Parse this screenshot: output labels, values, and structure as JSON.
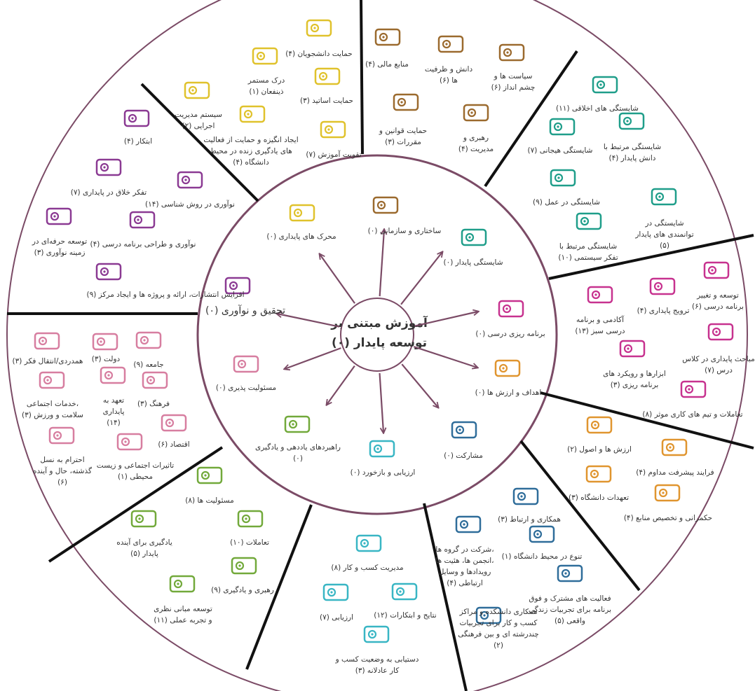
{
  "center": {
    "line1": "آموزش مبتنی بر",
    "line2": "توسعه پایدار (۰)"
  },
  "colors": {
    "wheel": "#7b4b66",
    "divider": "#111111",
    "structural": "#9b6a2e",
    "competency": "#1f9e8a",
    "curriculum": "#c7328f",
    "goals": "#e0952f",
    "participation": "#2f6d9a",
    "evaluation": "#39b6c4",
    "learning": "#72a93b",
    "responsibility": "#d77ea0",
    "research": "#8b3a93",
    "drivers": "#e0c22c"
  },
  "hub": {
    "structural": "ساختاری و سازمانی (۰)",
    "competency": "شایستگی پایدار (۰)",
    "curriculum": "برنامه ریزی درسی (۰)",
    "goals": "اهداف و ارزش ها (۰)",
    "participation": "مشارکت (۰)",
    "evaluation": "ارزیابی و بازخورد (۰)",
    "learning1": "راهبردهای یاددهی و یادگیری",
    "learning2": "(۰)",
    "responsibility": "مسئولیت پذیری (۰)",
    "research": "تحقیق و نوآوری (۰)",
    "drivers": "محرک های پایداری (۰)"
  },
  "outer": {
    "structural": [
      [
        "منابع مالی (۴)"
      ],
      [
        "دانش و ظرفیت",
        "ها (۶)"
      ],
      [
        "سیاست ها و",
        "چشم انداز (۶)"
      ],
      [
        "حمایت قوانین و",
        "مقررات (۳)"
      ],
      [
        "رهبری و",
        "مدیریت (۴)"
      ]
    ],
    "competency": [
      [
        "شایستگی های اخلاقی (۱۱)"
      ],
      [
        "شایستگی مرتبط با",
        "دانش پایدار (۴)"
      ],
      [
        "شایستگی هیجانی (۷)"
      ],
      [
        "شایستگی در عمل (۹)"
      ],
      [
        "شایستگی در",
        "توانمندی های پایدار",
        "(۵)"
      ],
      [
        "شایستگی مرتبط با",
        "تفکر سیستمی (۱۰)"
      ]
    ],
    "curriculum": [
      [
        "توسعه و تغییر",
        "برنامه درسی (۶)"
      ],
      [
        "ترویج پایداری (۴)"
      ],
      [
        "آکادمی و برنامه",
        "درسی سبز (۱۳)"
      ],
      [
        "مباحث پایداری در کلاس",
        "درس (۷)"
      ],
      [
        "ابزارها و رویکرد های",
        "برنامه ریزی (۳)"
      ],
      [
        "تعاملات و تیم های کاری موثر (۸)"
      ]
    ],
    "goals": [
      [
        "ارزش ها و اصول (۲)"
      ],
      [
        "فرایند پیشرفت مداوم (۴)"
      ],
      [
        "تعهدات دانشگاه (۳)"
      ],
      [
        "حکمرانی و تخصیص منابع (۴)"
      ]
    ],
    "participation": [
      [
        "همکاری و ارتباط (۳)"
      ],
      [
        "شرکت در گروه ها،",
        "انجمن ها، هئیت ها،",
        "رویدادها و وسایل",
        "ارتباطی (۴)"
      ],
      [
        "تنوع در محیط دانشگاه (۱)"
      ],
      [
        "فعالیت های مشترک و فوق",
        "برنامه برای تجربیات زندگی",
        "واقعی (۵)"
      ],
      [
        "همکاری دانشکده و مراکز",
        "کسب و کار برای تجربیات",
        "چندرشته ای و بین فرهنگی",
        "(۲)"
      ]
    ],
    "evaluation": [
      [
        "مدیریت کسب و کار (۸)"
      ],
      [
        "نتایج و ابتکارات (۱۲)"
      ],
      [
        "ارزیابی (۷)"
      ],
      [
        "دستیابی به وضعیت کسب و",
        "کار عادلانه (۳)"
      ]
    ],
    "learning": [
      [
        "مسئولیت ها (۸)"
      ],
      [
        "تعاملات (۱۰)"
      ],
      [
        "یادگیری برای آینده",
        "پایدار (۵)"
      ],
      [
        "رهبری و یادگیری (۹)"
      ],
      [
        "توسعه مبانی نظری",
        "و تجربه عملی (۱۱)"
      ]
    ],
    "responsibility": [
      [
        "جامعه (۹)"
      ],
      [
        "دولت (۳)"
      ],
      [
        "همدردی/انتقال فکر (۳)"
      ],
      [
        "فرهنگ (۳)"
      ],
      [
        "تعهد به",
        "پایداری",
        "(۱۴)"
      ],
      [
        "خدمات اجتماعی،",
        "سلامت و ورزش (۳)"
      ],
      [
        "اقتصاد (۶)"
      ],
      [
        "تاثیرات اجتماعی و زیست",
        "محیطی (۱)"
      ],
      [
        "احترام به نسل",
        "گذشته، حال و آینده",
        "(۶)"
      ]
    ],
    "research": [
      [
        "ابتکار (۴)"
      ],
      [
        "تفکر خلاق در پایداری (۷)"
      ],
      [
        "نوآوری در روش شناسی (۱۴)"
      ],
      [
        "نوآوری و طراحی برنامه درسی (۴)"
      ],
      [
        "توسعه حرفه‌ای در",
        "زمینه نوآوری (۳)"
      ],
      [
        "افزایش انتشارات، ارائه و پروژه ها و ایجاد مرکز (۹)"
      ]
    ],
    "drivers": [
      [
        "حمایت دانشجویان (۴)"
      ],
      [
        "درک مستمر",
        "ذینفعان (۱)"
      ],
      [
        "سیستم مدیریت",
        "اجرایی (۲)"
      ],
      [
        "حمایت اساتید (۳)"
      ],
      [
        "ایجاد انگیزه و حمایت از فعالیت",
        "های یادگیری زنده در محیط",
        "دانشگاه (۴)"
      ],
      [
        "تقویت آموزش (۷)"
      ]
    ]
  }
}
